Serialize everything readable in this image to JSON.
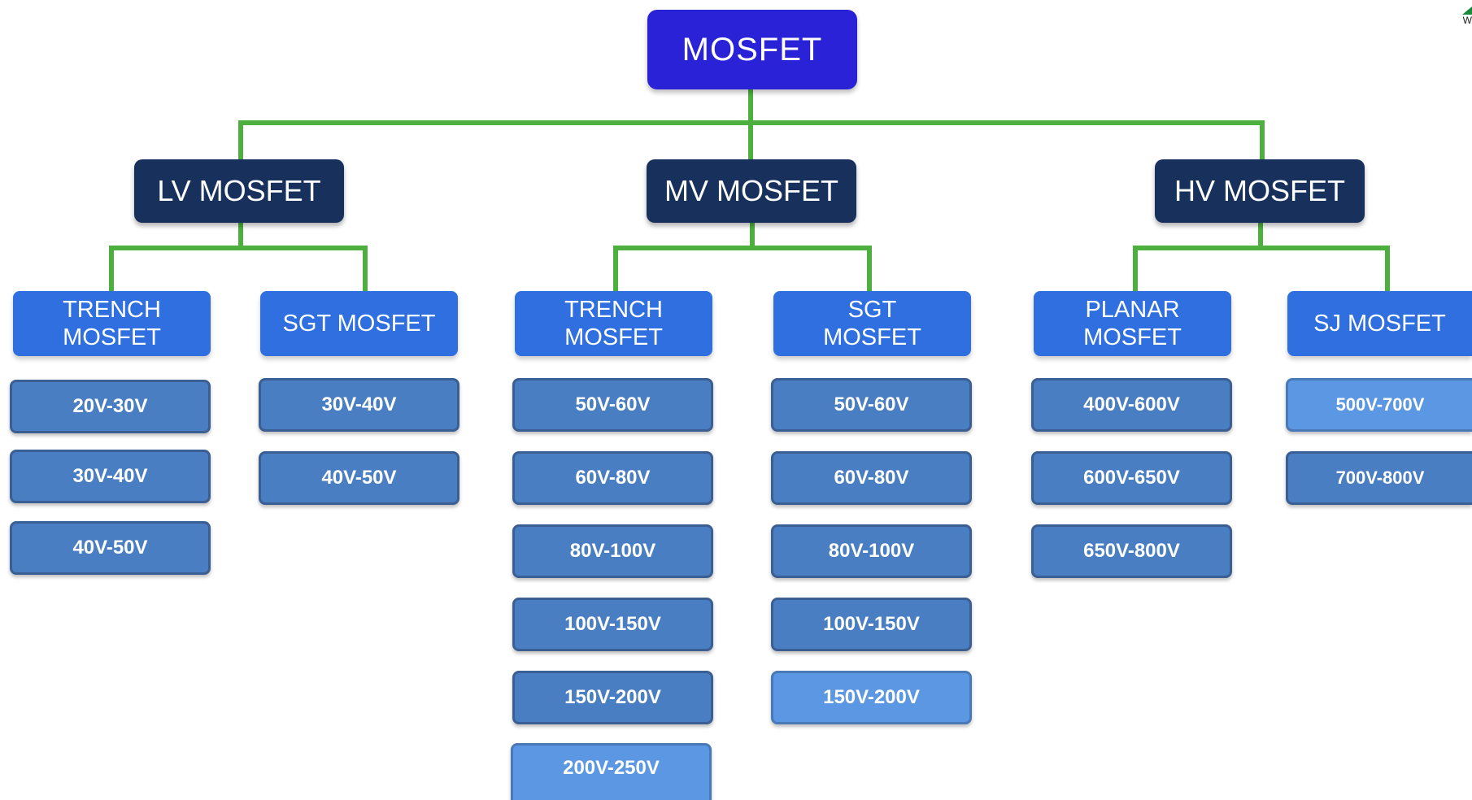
{
  "root": {
    "label": "MOSFET"
  },
  "level1": [
    {
      "label": "LV MOSFET"
    },
    {
      "label": "MV MOSFET"
    },
    {
      "label": "HV MOSFET"
    }
  ],
  "level2": [
    {
      "label": "TRENCH\nMOSFET",
      "ranges": [
        "20V-30V",
        "30V-40V",
        "40V-50V"
      ]
    },
    {
      "label": "SGT MOSFET",
      "ranges": [
        "30V-40V",
        "40V-50V"
      ]
    },
    {
      "label": "TRENCH\nMOSFET",
      "ranges": [
        "50V-60V",
        "60V-80V",
        "80V-100V",
        "100V-150V",
        "150V-200V",
        "200V-250V"
      ]
    },
    {
      "label": "SGT\nMOSFET",
      "ranges": [
        "50V-60V",
        "60V-80V",
        "80V-100V",
        "100V-150V",
        "150V-200V"
      ]
    },
    {
      "label": "PLANAR\nMOSFET",
      "ranges": [
        "400V-600V",
        "600V-650V",
        "650V-800V"
      ]
    },
    {
      "label": "SJ MOSFET",
      "ranges": [
        "500V-700V",
        "700V-800V"
      ]
    }
  ],
  "colors": {
    "root": "#2a22d6",
    "level1": "#17315c",
    "level2": "#2f6fe0",
    "range": "#4a7ec2",
    "range_light": "#5b97e3",
    "connector": "#4caf3e"
  },
  "logo": {
    "icon": "logo-mark-icon",
    "text": "W"
  }
}
